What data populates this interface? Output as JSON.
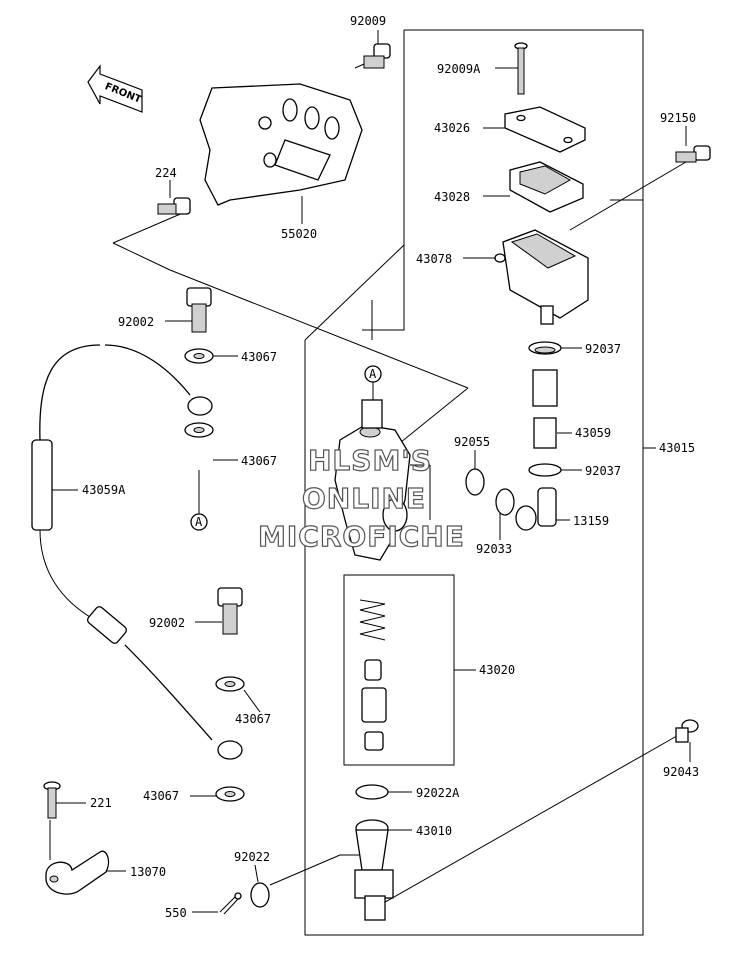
{
  "watermark": {
    "line1": "HLSM'S",
    "line2": "ONLINE",
    "line3": "MICROFICHE"
  },
  "front_arrow": {
    "label": "FRONT"
  },
  "reference_marks": [
    "A",
    "A"
  ],
  "parts": {
    "p92009": "92009",
    "p92009A": "92009A",
    "p43026": "43026",
    "p92150": "92150",
    "p43028": "43028",
    "p224": "224",
    "p55020": "55020",
    "p43078": "43078",
    "p92002a": "92002",
    "p43067a": "43067",
    "p92037a": "92037",
    "p43059": "43059",
    "p92055": "92055",
    "p43015": "43015",
    "p43067b": "43067",
    "p92037b": "92037",
    "p43059A": "43059A",
    "p13159": "13159",
    "p92033": "92033",
    "p92002b": "92002",
    "p43020": "43020",
    "p43067c": "43067",
    "p92043": "92043",
    "p43067d": "43067",
    "p221": "221",
    "p92022A": "92022A",
    "p43010": "43010",
    "p92022": "92022",
    "p13070": "13070",
    "p550": "550"
  }
}
